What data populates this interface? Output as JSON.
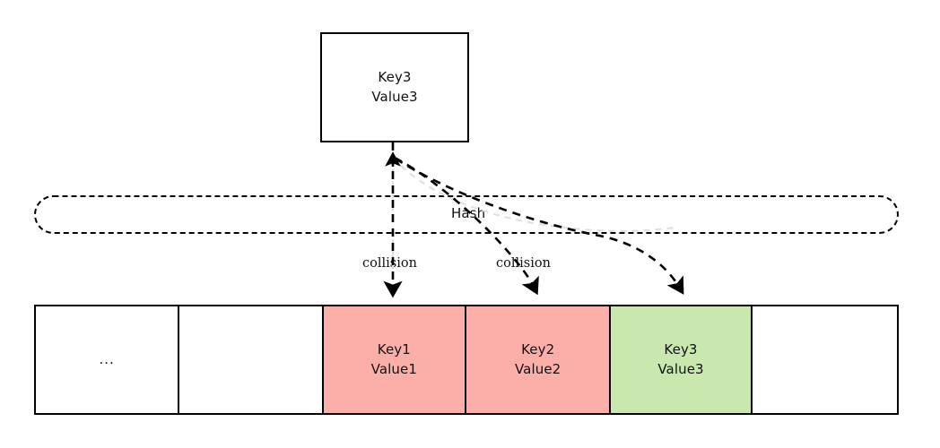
{
  "diagram": {
    "title": "Hash table collision / open addressing",
    "colors": {
      "stroke": "#000000",
      "collision_fill": "#FBAFA8",
      "inserted_fill": "#C8E8AE",
      "empty_fill": "#FFFFFF",
      "ghost_edge": "#E0E0E0",
      "text": "#111111"
    }
  },
  "entry": {
    "name": "incoming-entry",
    "key": "Key3",
    "value": "Value3"
  },
  "hash": {
    "label": "Hash",
    "shape": "rounded-dashed-bar"
  },
  "edges": [
    {
      "name": "probe-slot-1",
      "label": "collision",
      "target_index": 2,
      "style": "dashed-straight"
    },
    {
      "name": "probe-slot-2",
      "label": "collision",
      "target_index": 3,
      "style": "dashed-curved"
    },
    {
      "name": "probe-slot-3",
      "label": "",
      "target_index": 4,
      "style": "dashed-curved"
    }
  ],
  "labels": {
    "collision_1": "collision",
    "collision_2": "collision"
  },
  "array": {
    "name": "bucket-array",
    "cells": [
      {
        "index": 0,
        "key": "",
        "value": "",
        "ellipsis": "...",
        "state": "empty",
        "fill": "#FFFFFF"
      },
      {
        "index": 1,
        "key": "",
        "value": "",
        "ellipsis": "",
        "state": "empty",
        "fill": "#FFFFFF"
      },
      {
        "index": 2,
        "key": "Key1",
        "value": "Value1",
        "ellipsis": "",
        "state": "occupied-collision",
        "fill": "#FBAFA8"
      },
      {
        "index": 3,
        "key": "Key2",
        "value": "Value2",
        "ellipsis": "",
        "state": "occupied-collision",
        "fill": "#FBAFA8"
      },
      {
        "index": 4,
        "key": "Key3",
        "value": "Value3",
        "ellipsis": "",
        "state": "inserted",
        "fill": "#C8E8AE"
      },
      {
        "index": 5,
        "key": "",
        "value": "",
        "ellipsis": "",
        "state": "empty",
        "fill": "#FFFFFF"
      }
    ]
  }
}
